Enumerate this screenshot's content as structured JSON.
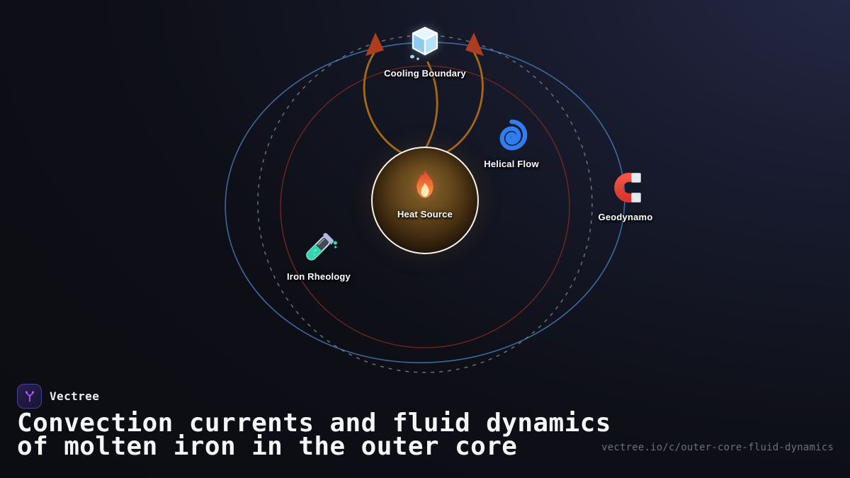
{
  "brand": {
    "name": "Vectree"
  },
  "heading": {
    "line1": "Convection currents and fluid dynamics",
    "line2": "of molten iron in the outer core"
  },
  "footer": {
    "url": "vectree.io/c/outer-core-fluid-dynamics"
  },
  "diagram": {
    "type": "concept-orbit-diagram",
    "center_node": {
      "id": "heat-source",
      "label": "Heat Source",
      "icon": "fire-icon"
    },
    "satellite_nodes": [
      {
        "id": "cooling-boundary",
        "label": "Cooling Boundary",
        "icon": "ice-cube-icon"
      },
      {
        "id": "helical-flow",
        "label": "Helical Flow",
        "icon": "cyclone-icon"
      },
      {
        "id": "geodynamo",
        "label": "Geodynamo",
        "icon": "magnet-icon"
      },
      {
        "id": "iron-rheology",
        "label": "Iron Rheology",
        "icon": "test-tube-icon"
      }
    ],
    "colors": {
      "outer_orbit": "#3d6fa8",
      "middle_orbit_dashed": "#84878f",
      "inner_orbit": "#7c2b1c",
      "convection_flow": "#a86a10",
      "arrowhead": "#ad3d1f",
      "brand_purple": "#b44ff0",
      "cyclone_blue": "#2e7ef2",
      "magnet_red": "#e53935",
      "liquid_teal": "#2fd6ae"
    }
  }
}
